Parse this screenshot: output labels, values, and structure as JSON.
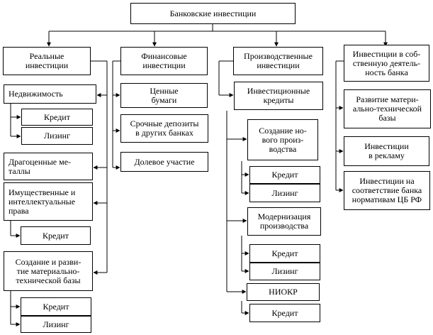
{
  "diagram": {
    "root": "Банковские инвестиции",
    "columns": [
      {
        "title": "Реальные\nинвестиции",
        "items": [
          {
            "label": "Недвижимость",
            "sub": [
              "Кредит",
              "Лизинг"
            ]
          },
          {
            "label": "Драгоценные ме-\nталлы",
            "sub": []
          },
          {
            "label": "Имущественные и\nинтеллектуальные\nправа",
            "sub": [
              "Кредит"
            ]
          },
          {
            "label": "Создание и разви-\nтие материально-\nтехнической базы",
            "sub": [
              "Кредит",
              "Лизинг"
            ]
          }
        ]
      },
      {
        "title": "Финансовые\nинвестиции",
        "items": [
          {
            "label": "Ценные\nбумаги"
          },
          {
            "label": "Срочные депозиты\nв других банках"
          },
          {
            "label": "Долевое участие"
          }
        ]
      },
      {
        "title": "Производственные\nинвестиции",
        "items": [
          {
            "label": "Инвестиционные\nкредиты",
            "sub": [
              {
                "label": "Создание но-\nвого произ-\nводства",
                "sub": [
                  "Кредит",
                  "Лизинг"
                ]
              },
              {
                "label": "Модернизация\nпроизводства",
                "sub": [
                  "Кредит",
                  "Лизинг"
                ]
              },
              {
                "label": "НИОКР",
                "sub": [
                  "Кредит"
                ]
              }
            ]
          }
        ]
      },
      {
        "title": "Инвестиции в соб-\nственную деятель-\nность банка",
        "items": [
          {
            "label": "Развитие матери-\nально-технической\nбазы"
          },
          {
            "label": "Инвестиции\nв рекламу"
          },
          {
            "label": "Инвестиции на\nсоответствие банка\nнормативам ЦБ РФ"
          }
        ]
      }
    ]
  }
}
